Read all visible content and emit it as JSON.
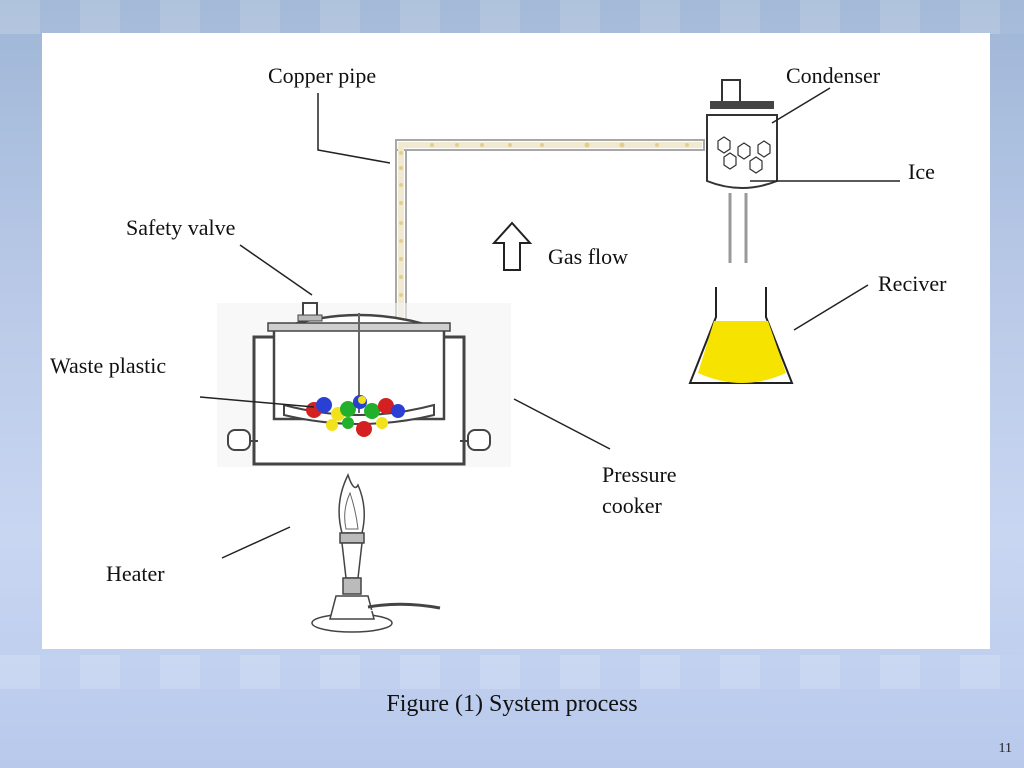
{
  "diagram": {
    "labels": {
      "copper_pipe": "Copper pipe",
      "condenser": "Condenser",
      "ice": "Ice",
      "safety_valve": "Safety valve",
      "gas_flow": "Gas flow",
      "reciver": "Reciver",
      "waste_plastic": "Waste plastic",
      "pressure": "Pressure",
      "cooker": "cooker",
      "heater": "Heater"
    },
    "colors": {
      "pipe": "#b9b9b9",
      "gas_dots": "#e8d9a8",
      "liquid": "#f7e300",
      "plastic": [
        "#d42020",
        "#2a3fd4",
        "#22b02a",
        "#f2e21c"
      ]
    }
  },
  "caption": "Figure (1) System process",
  "slide_number": "11"
}
